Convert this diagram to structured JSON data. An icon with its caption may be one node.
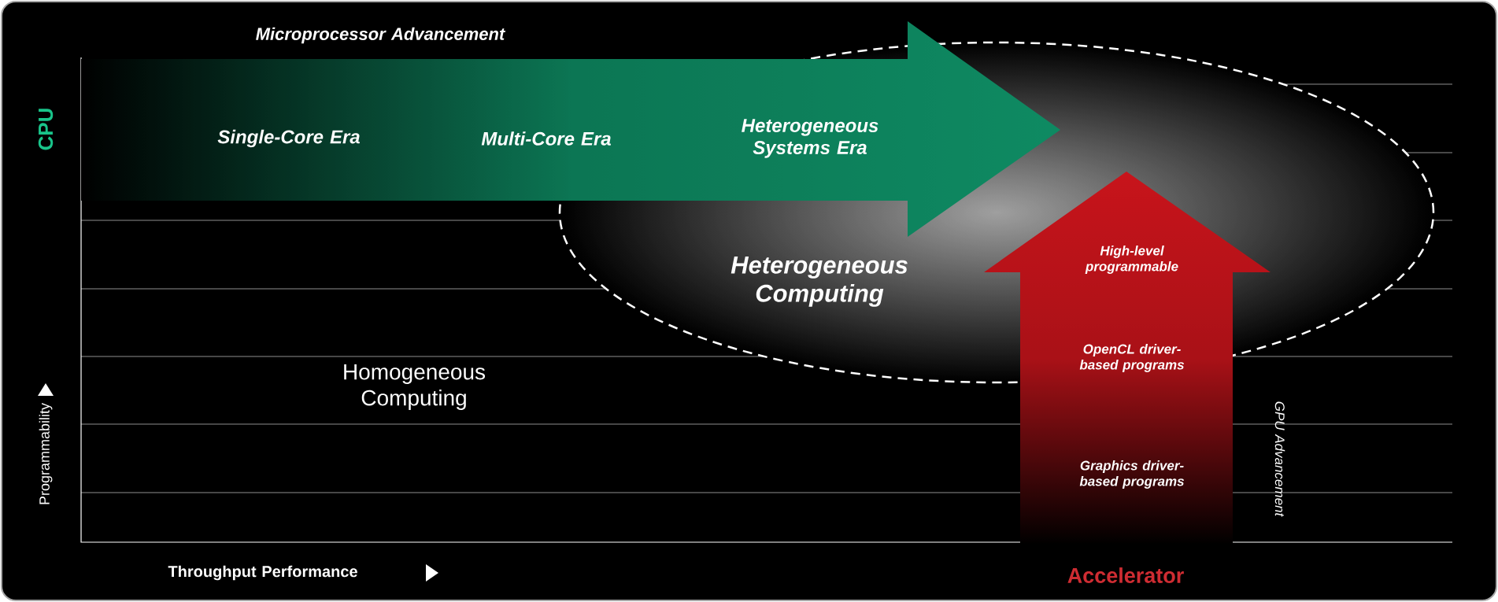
{
  "diagram": {
    "nodes": [
      {
        "text": [
          "Single-Core Era",
          "Multi-Core Era",
          "Heterogeneous Systems Era"
        ]
      },
      {
        "text": [
          "Heterogeneous Computing"
        ]
      },
      {
        "text": [
          "High-level programmable",
          "OpenCL driver-based programs",
          "Graphics driver-based programs"
        ]
      }
    ],
    "labels": [
      "Microprocessor Advancement",
      "CPU",
      "Programmability",
      "Homogeneous Computing",
      "Throughput Performance",
      "Accelerator",
      "GPU Advancement"
    ]
  }
}
